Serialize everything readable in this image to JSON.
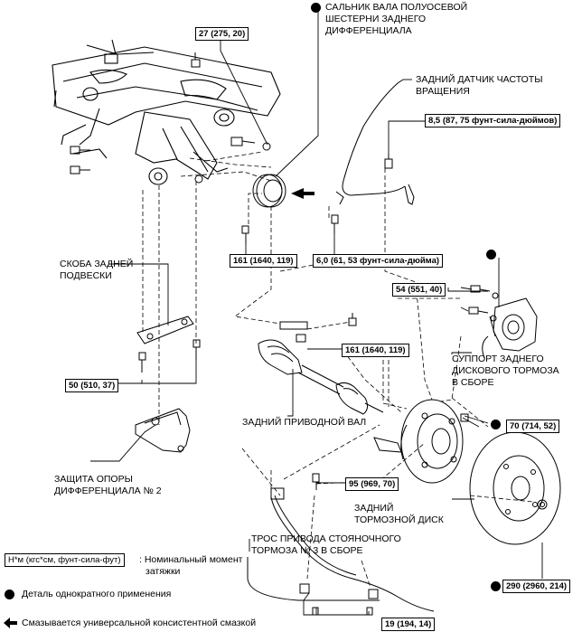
{
  "labels": {
    "oil_seal": [
      "САЛЬНИК ВАЛА ПОЛУОСЕВОЙ",
      "ШЕСТЕРНИ ЗАДНЕГО",
      "ДИФФЕРЕНЦИАЛА"
    ],
    "speed_sensor": [
      "ЗАДНИЙ ДАТЧИК ЧАСТОТЫ",
      "ВРАЩЕНИЯ"
    ],
    "suspension_bracket": [
      "СКОБА ЗАДНЕЙ",
      "ПОДВЕСКИ"
    ],
    "brake_caliper": [
      "СУППОРТ ЗАДНЕГО",
      "ДИСКОВОГО ТОРМОЗА",
      "В СБОРЕ"
    ],
    "drive_shaft": "ЗАДНИЙ ПРИВОДНОЙ ВАЛ",
    "diff_guard": [
      "ЗАЩИТА ОПОРЫ",
      "ДИФФЕРЕНЦИАЛА № 2"
    ],
    "brake_disc": [
      "ЗАДНИЙ",
      "ТОРМОЗНОЙ ДИСК"
    ],
    "parking_cable": [
      "ТРОС ПРИВОДА СТОЯНОЧНОГО",
      "ТОРМОЗА № 3 В СБОРЕ"
    ]
  },
  "torques": {
    "t27": "27 (275, 20)",
    "t8_5": "8,5 (87, 75 фунт-сила-дюймов)",
    "t161a": "161 (1640, 119)",
    "t6_0": "6,0 (61, 53 фунт-сила-дюйма)",
    "t54": "54 (551, 40)",
    "t161b": "161 (1640, 119)",
    "t50": "50 (510, 37)",
    "t70": "70 (714, 52)",
    "t95": "95 (969, 70)",
    "t290": "290 (2960, 214)",
    "t19": "19 (194, 14)"
  },
  "legend": {
    "torque_box": "Н*м (кгс*см, фунт-сила-фут)",
    "torque_text": [
      "Номинальный момент",
      "затяжки"
    ],
    "nonreusable": "Деталь однократного применения",
    "grease": "Смазывается универсальной консистентной смазкой"
  }
}
